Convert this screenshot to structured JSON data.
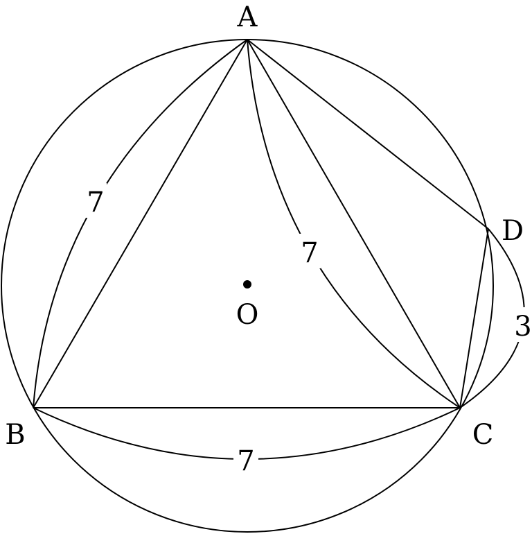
{
  "points": {
    "A": "A",
    "B": "B",
    "C": "C",
    "D": "D",
    "O": "O"
  },
  "lengths": {
    "AB": "7",
    "AC": "7",
    "BC": "7",
    "CD": "3"
  },
  "colors": {
    "stroke": "#000000",
    "background": "#ffffff"
  }
}
